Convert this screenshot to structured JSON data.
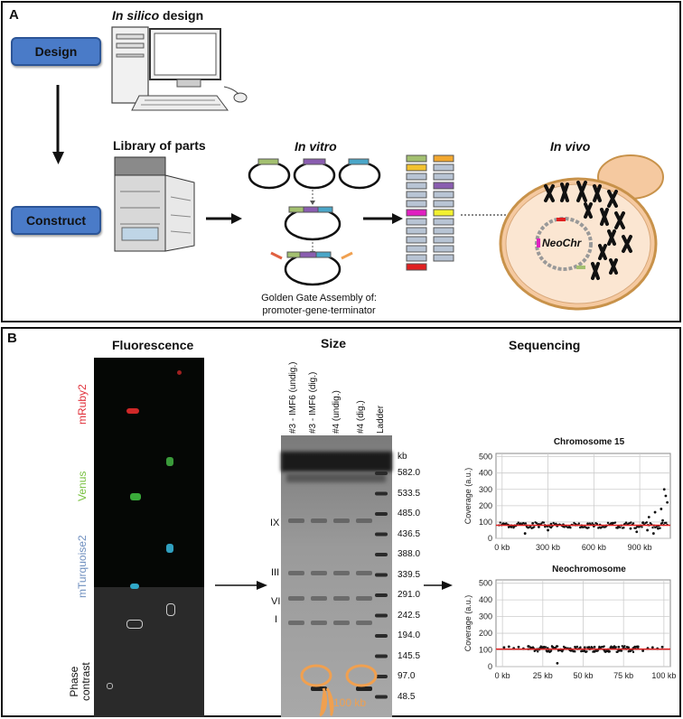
{
  "panel_a": {
    "letter": "A",
    "design_button": "Design",
    "construct_button": "Construct",
    "in_silico_italic": "In silico",
    "in_silico_rest": " design",
    "library_heading": "Library of parts",
    "in_vitro_heading": "In vitro",
    "in_vivo_heading": "In vivo",
    "neochr_label": "NeoChr",
    "golden_gate_line1": "Golden Gate Assembly of:",
    "golden_gate_line2": "promoter-gene-terminator"
  },
  "panel_b": {
    "letter": "B",
    "fluorescence_heading": "Fluorescence",
    "size_heading": "Size",
    "sequencing_heading": "Sequencing",
    "channels": [
      "mRuby2",
      "Venus",
      "mTurquoise2",
      "Phase contrast"
    ],
    "channel_colors": [
      "#e0303a",
      "#7ac142",
      "#6f8fbf",
      "#111111"
    ],
    "phase_line1": "Phase",
    "phase_line2": "contrast",
    "lanes": [
      "#3 - IMF6 (undig.)",
      "#3 - IMF6 (dig.)",
      "#4 (undig.)",
      "#4 (dig.)",
      "Ladder"
    ],
    "ladder_unit": "kb",
    "ladder_marks": [
      "582.0",
      "533.5",
      "485.0",
      "436.5",
      "388.0",
      "339.5",
      "291.0",
      "242.5",
      "194.0",
      "145.5",
      "97.0",
      "48.5"
    ],
    "chromosome_marks": [
      "IX",
      "III",
      "VI",
      "I"
    ],
    "size_annotation": "100 kb",
    "accent_orange": "#f0a050"
  },
  "chart_data": [
    {
      "type": "scatter",
      "title": "Chromosome 15",
      "ylabel": "Coverage (a.u.)",
      "xlabel": "",
      "x_tick_labels": [
        "0 kb",
        "300 kb",
        "600 kb",
        "900 kb"
      ],
      "x_ticks": [
        0,
        300,
        600,
        900
      ],
      "xlim": [
        -40,
        1100
      ],
      "y_ticks": [
        0,
        100,
        200,
        300,
        400,
        500
      ],
      "ylim": [
        0,
        520
      ],
      "mean_line": 80,
      "grid": true,
      "series": [
        {
          "values": [
            [
              10,
              90
            ],
            [
              40,
              82
            ],
            [
              80,
              75
            ],
            [
              120,
              85
            ],
            [
              160,
              78
            ],
            [
              200,
              92
            ],
            [
              240,
              70
            ],
            [
              280,
              80
            ],
            [
              320,
              88
            ],
            [
              360,
              76
            ],
            [
              400,
              84
            ],
            [
              440,
              72
            ],
            [
              480,
              86
            ],
            [
              520,
              79
            ],
            [
              560,
              90
            ],
            [
              600,
              74
            ],
            [
              640,
              83
            ],
            [
              680,
              77
            ],
            [
              720,
              88
            ],
            [
              760,
              72
            ],
            [
              800,
              85
            ],
            [
              840,
              60
            ],
            [
              880,
              40
            ],
            [
              920,
              95
            ],
            [
              960,
              130
            ],
            [
              1000,
              160
            ],
            [
              1040,
              180
            ],
            [
              1060,
              300
            ],
            [
              1070,
              260
            ],
            [
              1080,
              220
            ],
            [
              1050,
              110
            ],
            [
              1020,
              60
            ],
            [
              990,
              30
            ],
            [
              950,
              50
            ],
            [
              300,
              50
            ],
            [
              150,
              30
            ],
            [
              60,
              70
            ]
          ]
        }
      ]
    },
    {
      "type": "scatter",
      "title": "Neochromosome",
      "ylabel": "Coverage (a.u.)",
      "xlabel": "",
      "x_tick_labels": [
        "0 kb",
        "25 kb",
        "50 kb",
        "75 kb",
        "100 kb"
      ],
      "x_ticks": [
        0,
        25,
        50,
        75,
        100
      ],
      "xlim": [
        -4,
        104
      ],
      "y_ticks": [
        0,
        100,
        200,
        300,
        400,
        500
      ],
      "ylim": [
        0,
        520
      ],
      "mean_line": 105,
      "grid": true,
      "series": [
        {
          "values": [
            [
              1,
              115
            ],
            [
              4,
              120
            ],
            [
              7,
              110
            ],
            [
              10,
              118
            ],
            [
              13,
              108
            ],
            [
              16,
              122
            ],
            [
              19,
              112
            ],
            [
              22,
              105
            ],
            [
              25,
              115
            ],
            [
              28,
              110
            ],
            [
              31,
              118
            ],
            [
              34,
              20
            ],
            [
              36,
              100
            ],
            [
              39,
              112
            ],
            [
              42,
              108
            ],
            [
              45,
              118
            ],
            [
              48,
              110
            ],
            [
              51,
              115
            ],
            [
              54,
              105
            ],
            [
              57,
              118
            ],
            [
              60,
              110
            ],
            [
              63,
              100
            ],
            [
              66,
              92
            ],
            [
              69,
              112
            ],
            [
              72,
              118
            ],
            [
              75,
              108
            ],
            [
              78,
              115
            ],
            [
              81,
              110
            ],
            [
              84,
              120
            ],
            [
              87,
              95
            ],
            [
              90,
              110
            ],
            [
              93,
              115
            ],
            [
              96,
              108
            ],
            [
              99,
              118
            ]
          ]
        }
      ]
    }
  ]
}
